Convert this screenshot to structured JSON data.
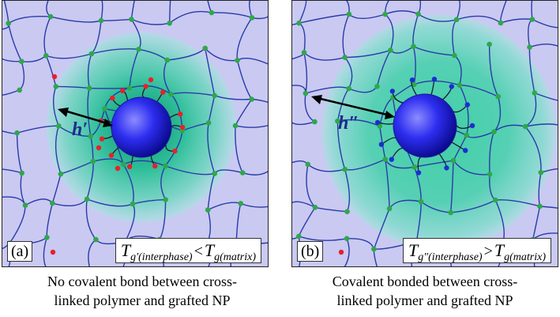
{
  "panels": [
    {
      "letter": "(a)",
      "h_label": "h′",
      "tg": "T",
      "tg_mark": "g′",
      "tg_sub": "(interphase)",
      "operator": "<",
      "tg2": "T",
      "tg2_sub": "g(matrix)",
      "caption_line1": "No covalent bond between cross-",
      "caption_line2": "linked polymer and grafted NP",
      "end_color": "#e8202a"
    },
    {
      "letter": "(b)",
      "h_label": "h″",
      "tg": "T",
      "tg_mark": "g″",
      "tg_sub": "(interphase)",
      "operator": ">",
      "tg2": "T",
      "tg2_sub": "g(matrix)",
      "caption_line1": "Covalent bonded between cross-",
      "caption_line2": "linked polymer and grafted NP",
      "end_color": "#1b2fd0"
    }
  ],
  "colors": {
    "background": "#c9c9f2",
    "interphase": "#2fbf9a",
    "chain": "#2b3aa8",
    "crosslink": "#2ea84a",
    "nanoparticle": "#2d2df0"
  }
}
